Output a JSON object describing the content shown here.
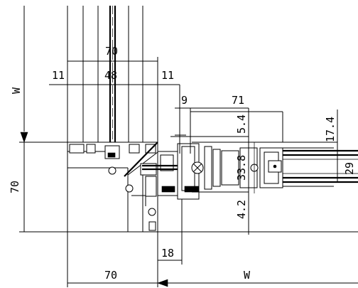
{
  "dimensions": {
    "top_overall": "70",
    "top_inner": "48",
    "top_left_offset": "11",
    "top_right_offset": "11",
    "left_width_label": "W",
    "left_height": "70",
    "bottom_width": "70",
    "bottom_gap": "18",
    "bottom_width_label": "W",
    "right_offset": "9",
    "right_depth": "71",
    "right_top": "5.4",
    "right_height": "33.8",
    "right_bottom": "4.2",
    "right_outer_top": "17.4",
    "right_outer": "29"
  }
}
